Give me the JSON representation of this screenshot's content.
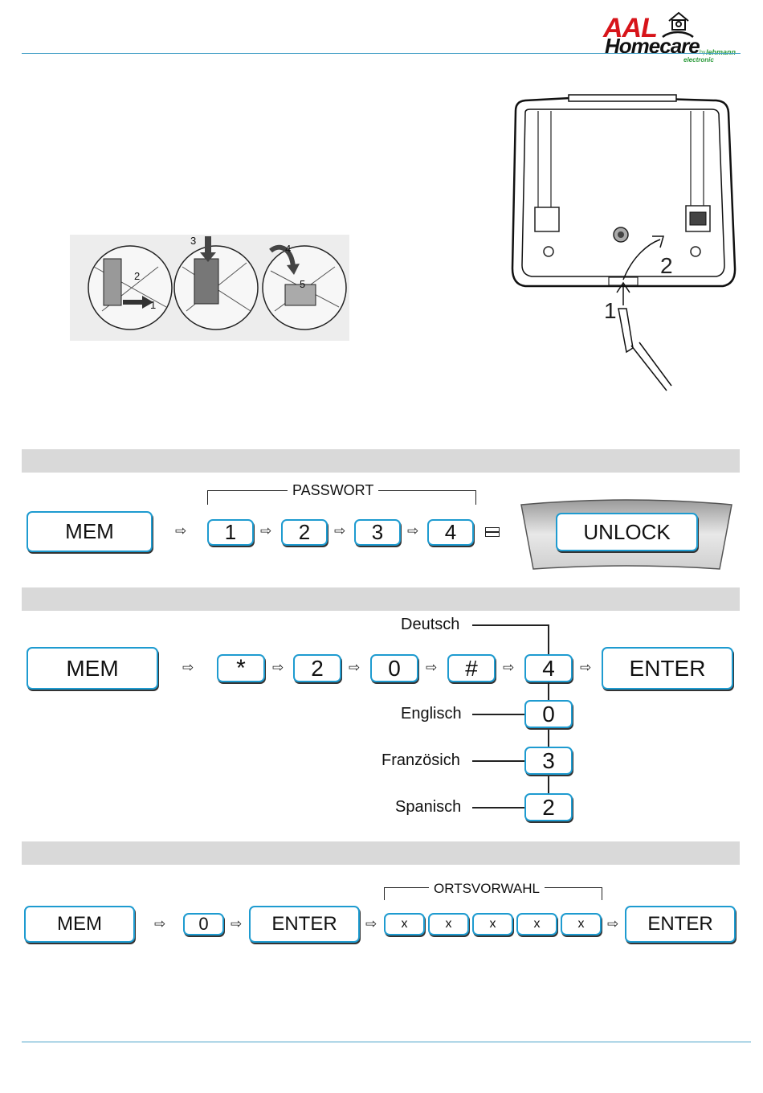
{
  "logo": {
    "primary": "AAL",
    "secondary": "Homecare",
    "by": "by",
    "maker": "lehmann",
    "maker_line2": "electronic"
  },
  "figures": {
    "sim_steps": [
      "1",
      "2",
      "3",
      "4",
      "5"
    ],
    "device_steps": [
      "1",
      "2"
    ]
  },
  "section1": {
    "start_key": "MEM",
    "caption": "PASSWORT",
    "keys": [
      "1",
      "2",
      "3",
      "4"
    ],
    "display_text": "UNLOCK"
  },
  "section2": {
    "start_key": "MEM",
    "keys": [
      "*",
      "2",
      "0",
      "#",
      "4"
    ],
    "end_key": "ENTER",
    "options": [
      {
        "label": "Deutsch",
        "key": "4"
      },
      {
        "label": "Englisch",
        "key": "0"
      },
      {
        "label": "Französich",
        "key": "3"
      },
      {
        "label": "Spanisch",
        "key": "2"
      }
    ]
  },
  "section3": {
    "start_key": "MEM",
    "key_zero": "0",
    "enter_1": "ENTER",
    "caption": "ORTSVORWAHL",
    "digits": [
      "x",
      "x",
      "x",
      "x",
      "x"
    ],
    "enter_2": "ENTER"
  },
  "colors": {
    "key_border": "#1e9bd0",
    "rule": "#4aa3c8",
    "band": "#d9d9d9",
    "logo_red": "#d7141a",
    "logo_green": "#2a9a3a"
  }
}
